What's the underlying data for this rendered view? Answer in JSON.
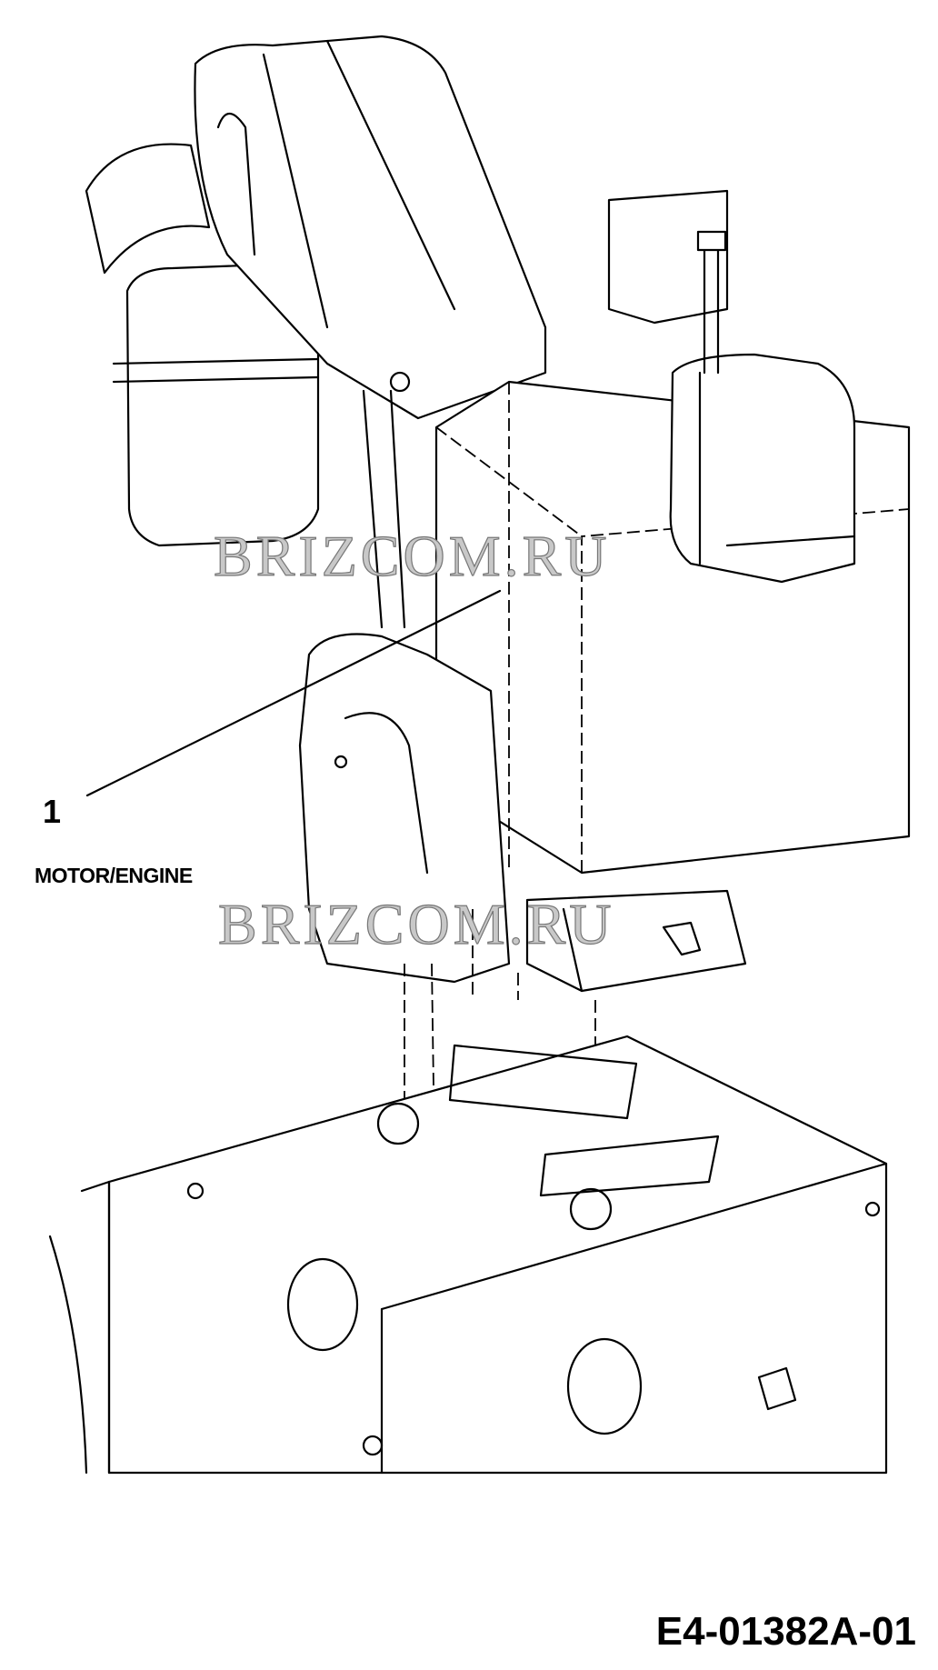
{
  "diagram": {
    "callouts": [
      {
        "number": "1",
        "part": "MOTOR/ENGINE"
      }
    ],
    "drawing_id": "E4-01382A-01",
    "watermark": "BRIZCOM.RU",
    "colors": {
      "line": "#000000",
      "background": "#ffffff",
      "watermark": "#888888"
    }
  }
}
